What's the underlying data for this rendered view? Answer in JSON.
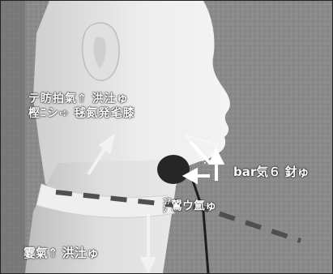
{
  "labels": {
    "upper_line1": "テ眆拍氣⇑ 洪汢ゅ",
    "upper_line2": "樫ﾆシ➪ 毬氮発毟膝",
    "pressure": "bar気６ 釮ゅ",
    "mid_line1": "ｺｱ",
    "mid_line2": "ｼ",
    "mid_rest": "鶦ウ氲ゅ",
    "lower": "霎氣⇑ 洪汢ゅ"
  },
  "colors": {
    "background_wall": "#8b8b8b",
    "mannequin": "#e6e6e6",
    "collar": "#eeeeee",
    "sensor": "#262626",
    "arrow": "#f2f2f2",
    "dash": "#4f4f4f"
  }
}
